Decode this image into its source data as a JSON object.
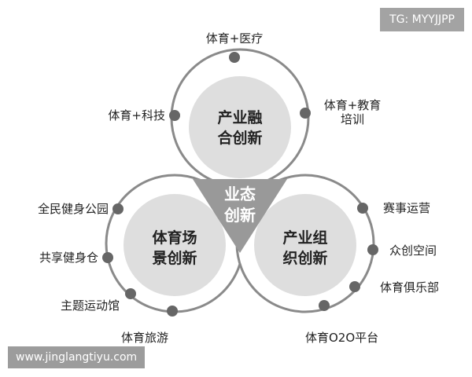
{
  "badge": "TG: MYYJJPP",
  "watermark": "www.jinglangtiyu.com",
  "center": {
    "line1": "业态",
    "line2": "创新"
  },
  "circles": {
    "top": {
      "line1": "产业融",
      "line2": "合创新"
    },
    "left": {
      "line1": "体育场",
      "line2": "景创新"
    },
    "right": {
      "line1": "产业组",
      "line2": "织创新"
    }
  },
  "labels": {
    "medical": "体育+医疗",
    "tech": "体育+科技",
    "education_line1": "体育+教育",
    "education_line2": "培训",
    "fitness_park": "全民健身公园",
    "shared_gym": "共享健身仓",
    "theme_venue": "主题运动馆",
    "sports_tourism": "体育旅游",
    "event_operation": "赛事运营",
    "maker_space": "众创空间",
    "sports_club": "体育俱乐部",
    "o2o_platform": "体育O2O平台"
  },
  "colors": {
    "ring": "#8a8a8a",
    "inner_circle": "#dedede",
    "triangle": "#999999",
    "dot": "#666666",
    "text": "#222222"
  }
}
